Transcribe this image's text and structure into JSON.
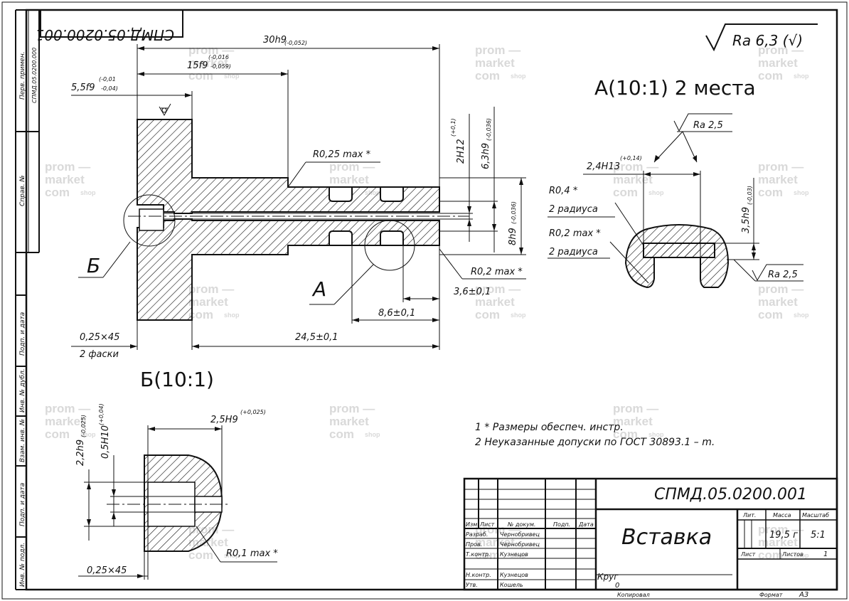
{
  "stamp": {
    "doc_code": "СПМД.05.0200.001",
    "title": "Вставка",
    "material": "Круг",
    "material_sub": "0",
    "col_headers": [
      "Изм.",
      "Лист",
      "№ докум.",
      "Подп.",
      "Дата"
    ],
    "rows": [
      {
        "role": "Разраб.",
        "name": "Чернобривец"
      },
      {
        "role": "Пров.",
        "name": "Чернобривец"
      },
      {
        "role": "Т.контр.",
        "name": "Кузнецов"
      },
      {
        "role": "Н.контр.",
        "name": "Кузнецов"
      },
      {
        "role": "Утв.",
        "name": "Кошель"
      }
    ],
    "lit_label": "Лит.",
    "mass_label": "Масса",
    "scale_label": "Масштаб",
    "mass": "19,5 г",
    "scale": "5:1",
    "sheet_label": "Лист",
    "sheets_label": "Листов",
    "sheets": "1",
    "copied": "Копировал",
    "format_label": "Формат",
    "format": "A3"
  },
  "side_frame": {
    "perv_primen_label": "Перв. примен.",
    "perv_primen_value": "СПМД.05.0200.000",
    "sprav_label": "Справ. №",
    "podp_data_1": "Подп. и дата",
    "inv_dubl": "Инв. № дубл.",
    "vzam_inv": "Взам. инв. №",
    "podp_data_2": "Подп. и дата",
    "inv_podl": "Инв. № подл."
  },
  "mirrored_code": "СПМД.05.0200.001",
  "roughness_general": "Ra 6,3 (√)",
  "notes": [
    "1 * Размеры обеспеч. инстр.",
    "2 Неуказанные допуски по ГОСТ 30893.1 – m."
  ],
  "main_view": {
    "dim_30": "30h9",
    "dim_30_tol": "(-0,052)",
    "dim_15": "15f9",
    "dim_15_tol_up": "(-0,016",
    "dim_15_tol_dn": "-0,059)",
    "dim_55": "5,5f9",
    "dim_55_tol_up": "(-0,01",
    "dim_55_tol_dn": "-0,04)",
    "r025": "R0,25 max *",
    "r02": "R0,2 max *",
    "dim_2h12": "2H12",
    "dim_2h12_tol": "(+0,1)",
    "dim_63": "6,3h9",
    "dim_63_tol": "(-0,036)",
    "dim_8": "8h9",
    "dim_8_tol": "(-0,036)",
    "dim_36": "3,6±0,1",
    "dim_86": "8,6±0,1",
    "dim_245": "24,5±0,1",
    "chamfer": "0,25×45",
    "chamfer_note": "2 фаски",
    "label_a": "А",
    "label_b": "Б"
  },
  "detail_a": {
    "title": "А(10:1) 2 места",
    "ra25_top": "Ra 2,5",
    "dim_24": "2,4H13",
    "dim_24_tol": "(+0,14)",
    "r04": "R0,4 *",
    "r04_note": "2 радиуса",
    "r02": "R0,2 max *",
    "r02_note": "2 радиуса",
    "dim_35": "3,5h9",
    "dim_35_tol": "(-0,03)",
    "ra25_bot": "Ra 2,5"
  },
  "detail_b": {
    "title": "Б(10:1)",
    "dim_25": "2,5H9",
    "dim_25_tol": "(+0,025)",
    "dim_22": "2,2h9",
    "dim_22_tol": "(-0,025)",
    "dim_05": "0,5H10",
    "dim_05_tol": "(+0,04)",
    "r01": "R0,1 max *",
    "chamfer": "0,25×45"
  },
  "watermark": {
    "line1": "prom",
    "line2": "market",
    "line3": "com",
    "shop": "shop"
  }
}
